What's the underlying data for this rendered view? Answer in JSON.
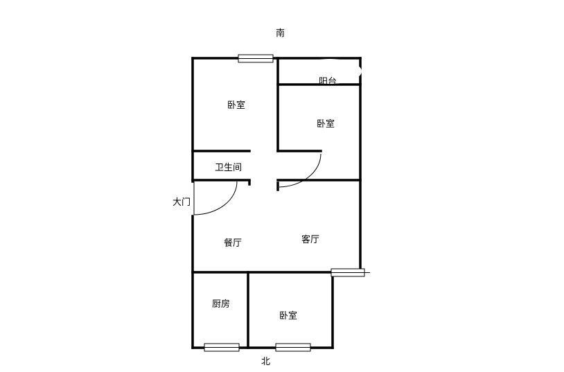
{
  "compass": {
    "south": "南",
    "north": "北"
  },
  "rooms": {
    "bedroom_left": "卧室",
    "balcony": "阳台",
    "bedroom_right": "卧室",
    "bathroom": "卫生间",
    "entrance": "大门",
    "dining": "餐厅",
    "living": "客厅",
    "kitchen": "厨房",
    "bedroom_bottom": "卧室"
  },
  "colors": {
    "wall": "#000000",
    "background": "#ffffff"
  }
}
